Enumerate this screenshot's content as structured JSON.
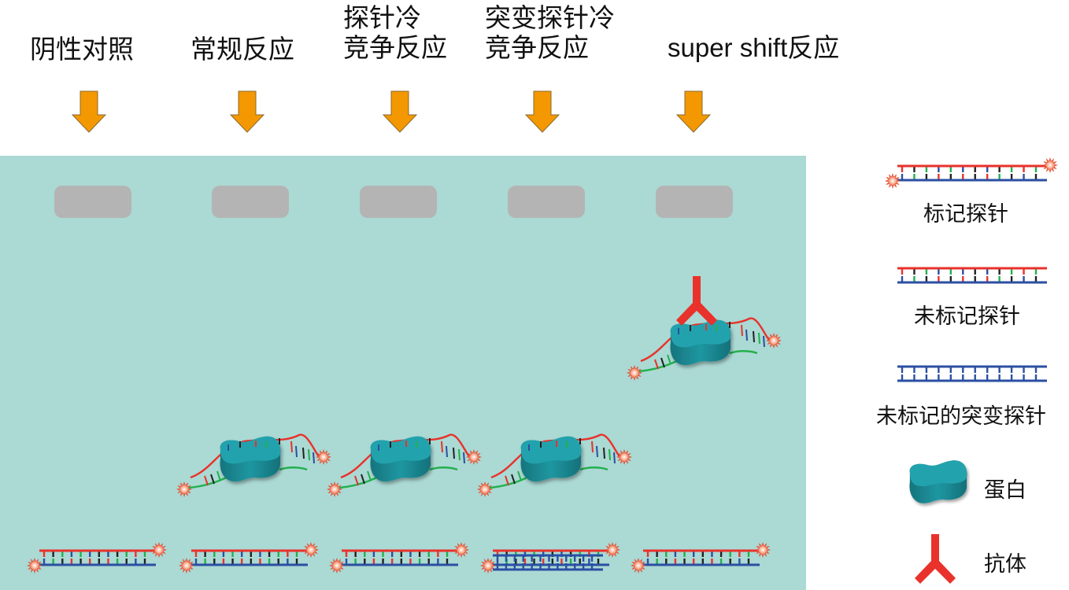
{
  "lanes": [
    {
      "title_line1": "",
      "title_line2": "阴性对照",
      "shift": "none",
      "probe": "labeled"
    },
    {
      "title_line1": "",
      "title_line2": "常规反应",
      "shift": "protein",
      "probe": "labeled"
    },
    {
      "title_line1": "探针冷",
      "title_line2": "竞争反应",
      "shift": "protein",
      "probe": "labeled"
    },
    {
      "title_line1": "突变探针冷",
      "title_line2": "竞争反应",
      "shift": "protein",
      "probe": "labeled+mutant"
    },
    {
      "title_line1": "",
      "title_line2": "super shift反应",
      "shift": "supershift",
      "probe": "labeled"
    }
  ],
  "legend": {
    "labeled_probe": "标记探针",
    "unlabeled_probe": "未标记探针",
    "unlabeled_mutant_probe": "未标记的突变探针",
    "protein": "蛋白",
    "antibody": "抗体"
  },
  "colors": {
    "gel": "#abd9d4",
    "well": "#b4b4b4",
    "arrow": "#f39800",
    "strand_red": "#e8322b",
    "strand_blue": "#2b4fa2",
    "base_green": "#22b14c",
    "base_black": "#222222",
    "protein": "#1e8e98",
    "antibody": "#e8322b"
  }
}
